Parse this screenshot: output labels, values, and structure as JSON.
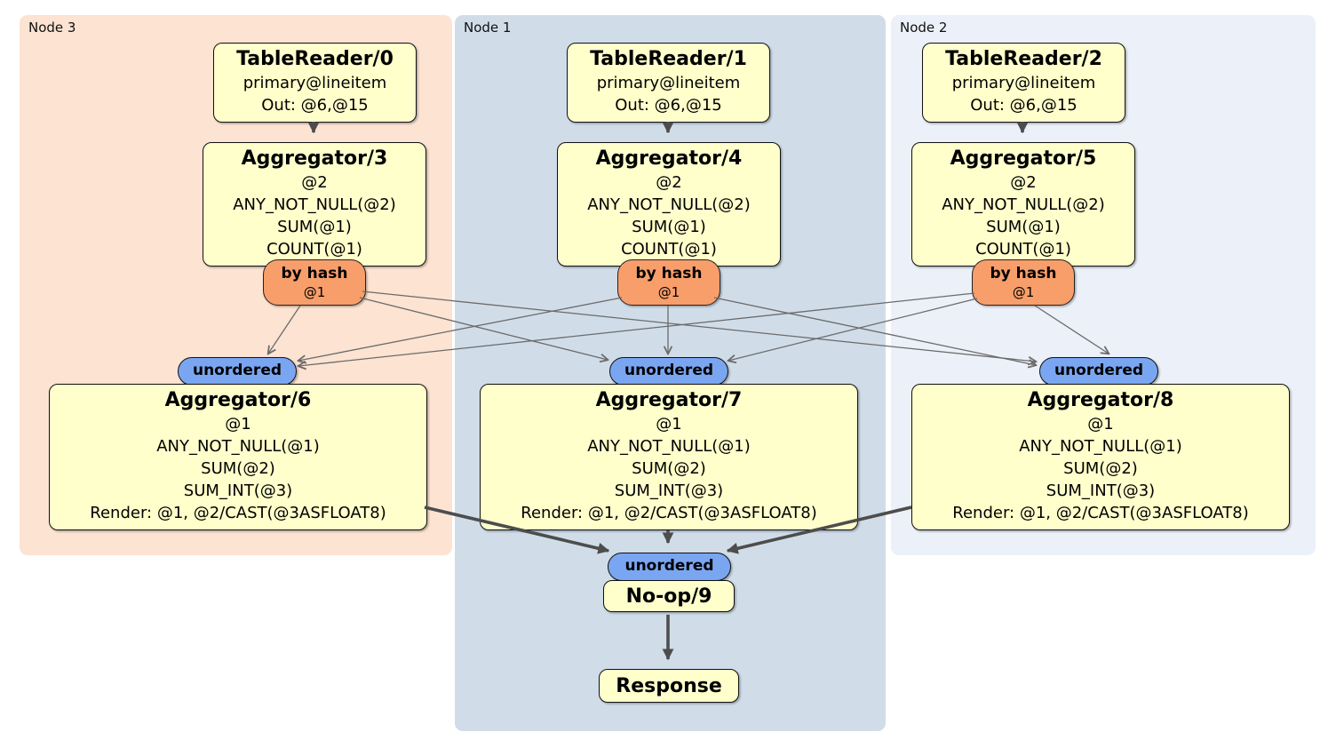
{
  "regions": [
    {
      "label": "Node 3"
    },
    {
      "label": "Node 1"
    },
    {
      "label": "Node 2"
    }
  ],
  "columns": [
    {
      "table_reader": {
        "title": "TableReader/0",
        "index": "primary@lineitem",
        "out": "Out: @6,@15"
      },
      "aggregator_top": {
        "title": "Aggregator/3",
        "lines": [
          "@2",
          "ANY_NOT_NULL(@2)",
          "SUM(@1)",
          "COUNT(@1)"
        ]
      },
      "hash_router": {
        "label": "by hash",
        "detail": "@1"
      },
      "collector": {
        "label": "unordered"
      },
      "aggregator_bottom": {
        "title": "Aggregator/6",
        "lines": [
          "@1",
          "ANY_NOT_NULL(@1)",
          "SUM(@2)",
          "SUM_INT(@3)",
          "Render: @1, @2/CAST(@3ASFLOAT8)"
        ]
      }
    },
    {
      "table_reader": {
        "title": "TableReader/1",
        "index": "primary@lineitem",
        "out": "Out: @6,@15"
      },
      "aggregator_top": {
        "title": "Aggregator/4",
        "lines": [
          "@2",
          "ANY_NOT_NULL(@2)",
          "SUM(@1)",
          "COUNT(@1)"
        ]
      },
      "hash_router": {
        "label": "by hash",
        "detail": "@1"
      },
      "collector": {
        "label": "unordered"
      },
      "aggregator_bottom": {
        "title": "Aggregator/7",
        "lines": [
          "@1",
          "ANY_NOT_NULL(@1)",
          "SUM(@2)",
          "SUM_INT(@3)",
          "Render: @1, @2/CAST(@3ASFLOAT8)"
        ]
      }
    },
    {
      "table_reader": {
        "title": "TableReader/2",
        "index": "primary@lineitem",
        "out": "Out: @6,@15"
      },
      "aggregator_top": {
        "title": "Aggregator/5",
        "lines": [
          "@2",
          "ANY_NOT_NULL(@2)",
          "SUM(@1)",
          "COUNT(@1)"
        ]
      },
      "hash_router": {
        "label": "by hash",
        "detail": "@1"
      },
      "collector": {
        "label": "unordered"
      },
      "aggregator_bottom": {
        "title": "Aggregator/8",
        "lines": [
          "@1",
          "ANY_NOT_NULL(@1)",
          "SUM(@2)",
          "SUM_INT(@3)",
          "Render: @1, @2/CAST(@3ASFLOAT8)"
        ]
      }
    }
  ],
  "sink": {
    "collector_label": "unordered",
    "noop_title": "No-op/9",
    "response_title": "Response"
  },
  "colors": {
    "node3_bg": "#fce3d2",
    "node1_bg": "#d0dde9",
    "node2_bg": "#ecf0f8",
    "processor_bg": "#ffffcc",
    "router_bg": "#f89e6b",
    "collector_bg": "#7aa6f1",
    "edge_thick": "#4d4d4d",
    "edge_thin": "#6b6b6b"
  }
}
